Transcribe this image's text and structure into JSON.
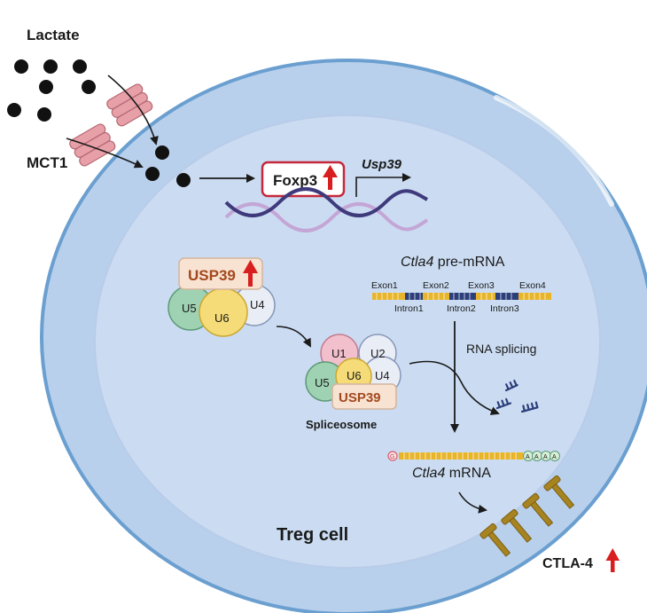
{
  "labels": {
    "lactate": "Lactate",
    "mct1": "MCT1",
    "foxp3": "Foxp3",
    "usp39_gene": "Usp39",
    "usp39_protein": "USP39",
    "usp39_spliceosome": "USP39",
    "ctla4_premrna_gene": "Ctla4",
    "ctla4_premrna_suffix": " pre-mRNA",
    "rna_splicing": "RNA splicing",
    "spliceosome": "Spliceosome",
    "ctla4_mrna_gene": "Ctla4",
    "ctla4_mrna_suffix": " mRNA",
    "treg_cell": "Treg cell",
    "ctla4_protein": "CTLA-4",
    "cap": "G",
    "poly_a": "A"
  },
  "exons": [
    "Exon1",
    "Exon2",
    "Exon3",
    "Exon4"
  ],
  "introns": [
    "Intron1",
    "Intron2",
    "Intron3"
  ],
  "snrnps_free": [
    "U5",
    "U6",
    "U4"
  ],
  "snrnps_spliceosome": [
    "U1",
    "U2",
    "U5",
    "U6",
    "U4"
  ],
  "colors": {
    "cell_outer": "#b8d0ec",
    "cell_border": "#6a9fd0",
    "nucleus": "#cbdcf2",
    "dna_strand_a": "#3e3a7c",
    "dna_strand_b": "#c4a6d6",
    "up_arrow": "#d81e1e",
    "exon": "#e8b52a",
    "intron": "#2c3f7a",
    "usp39_text": "#a3481c",
    "usp39_fill": "#f8e2d2",
    "ctla4_receptor": "#a88420",
    "transporter": "#e7a0a8",
    "u5": "#9fd2b3",
    "u6": "#f6dc78",
    "u4": "#e9edf6",
    "u1": "#f2c0cc",
    "u2": "#e9edf6"
  }
}
